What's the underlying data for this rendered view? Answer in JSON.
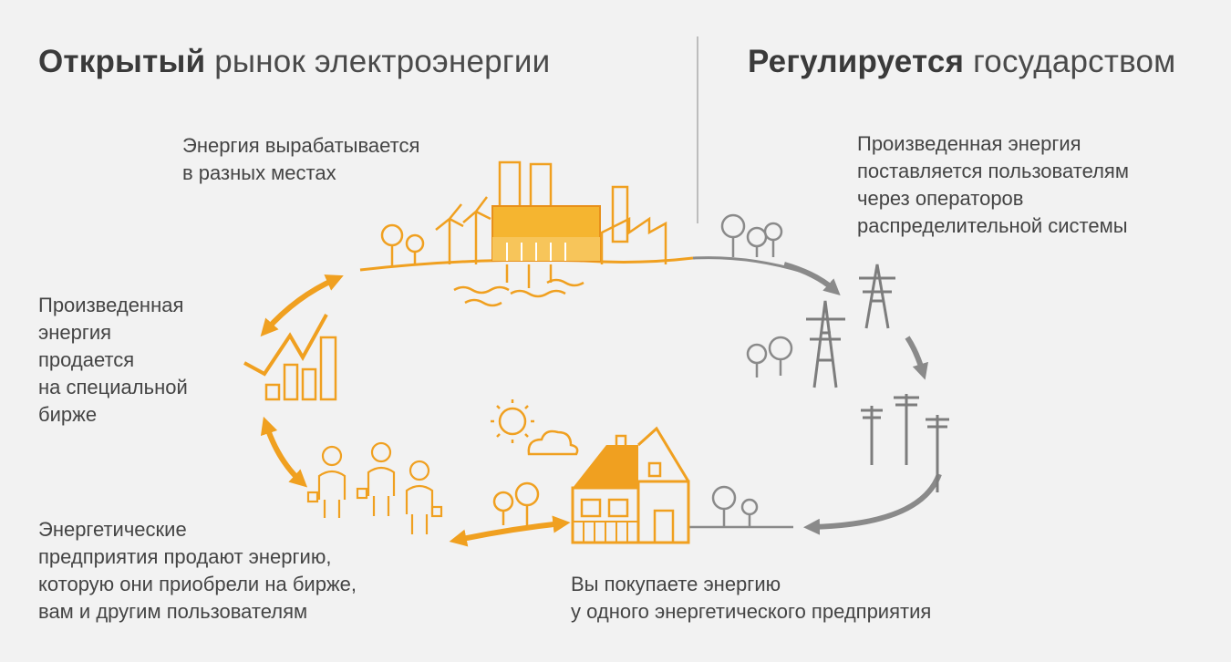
{
  "headings": {
    "left_bold": "Открытый",
    "left_rest": " рынок электроэнергии",
    "right_bold": "Регулируется",
    "right_rest": " государством"
  },
  "labels": {
    "generation": [
      "Энергия вырабатывается",
      "в разных местах"
    ],
    "distribution": [
      "Произведенная энергия",
      "поставляется пользователям",
      "через операторов",
      "распределительной системы"
    ],
    "exchange": [
      "Произведенная",
      "энергия",
      "продается",
      "на специальной",
      "бирже"
    ],
    "suppliers": [
      "Энергетические",
      "предприятия продают энергию,",
      "которую они приобрели на бирже,",
      "вам и другим пользователям"
    ],
    "consumer": [
      "Вы покупаете энергию",
      "у одного энергетического предприятия"
    ]
  },
  "colors": {
    "orange": "#f0a020",
    "orange_dark": "#e8901a",
    "gray_icon": "#8a8a8a",
    "text": "#444444",
    "background": "#f2f2f2"
  },
  "icons": [
    "power-plant-icon",
    "wind-turbine-icon",
    "transmission-tower-icon",
    "power-pole-icon",
    "chart-icon",
    "workers-icon",
    "sun-icon",
    "cloud-icon",
    "house-icon",
    "tree-icon"
  ]
}
